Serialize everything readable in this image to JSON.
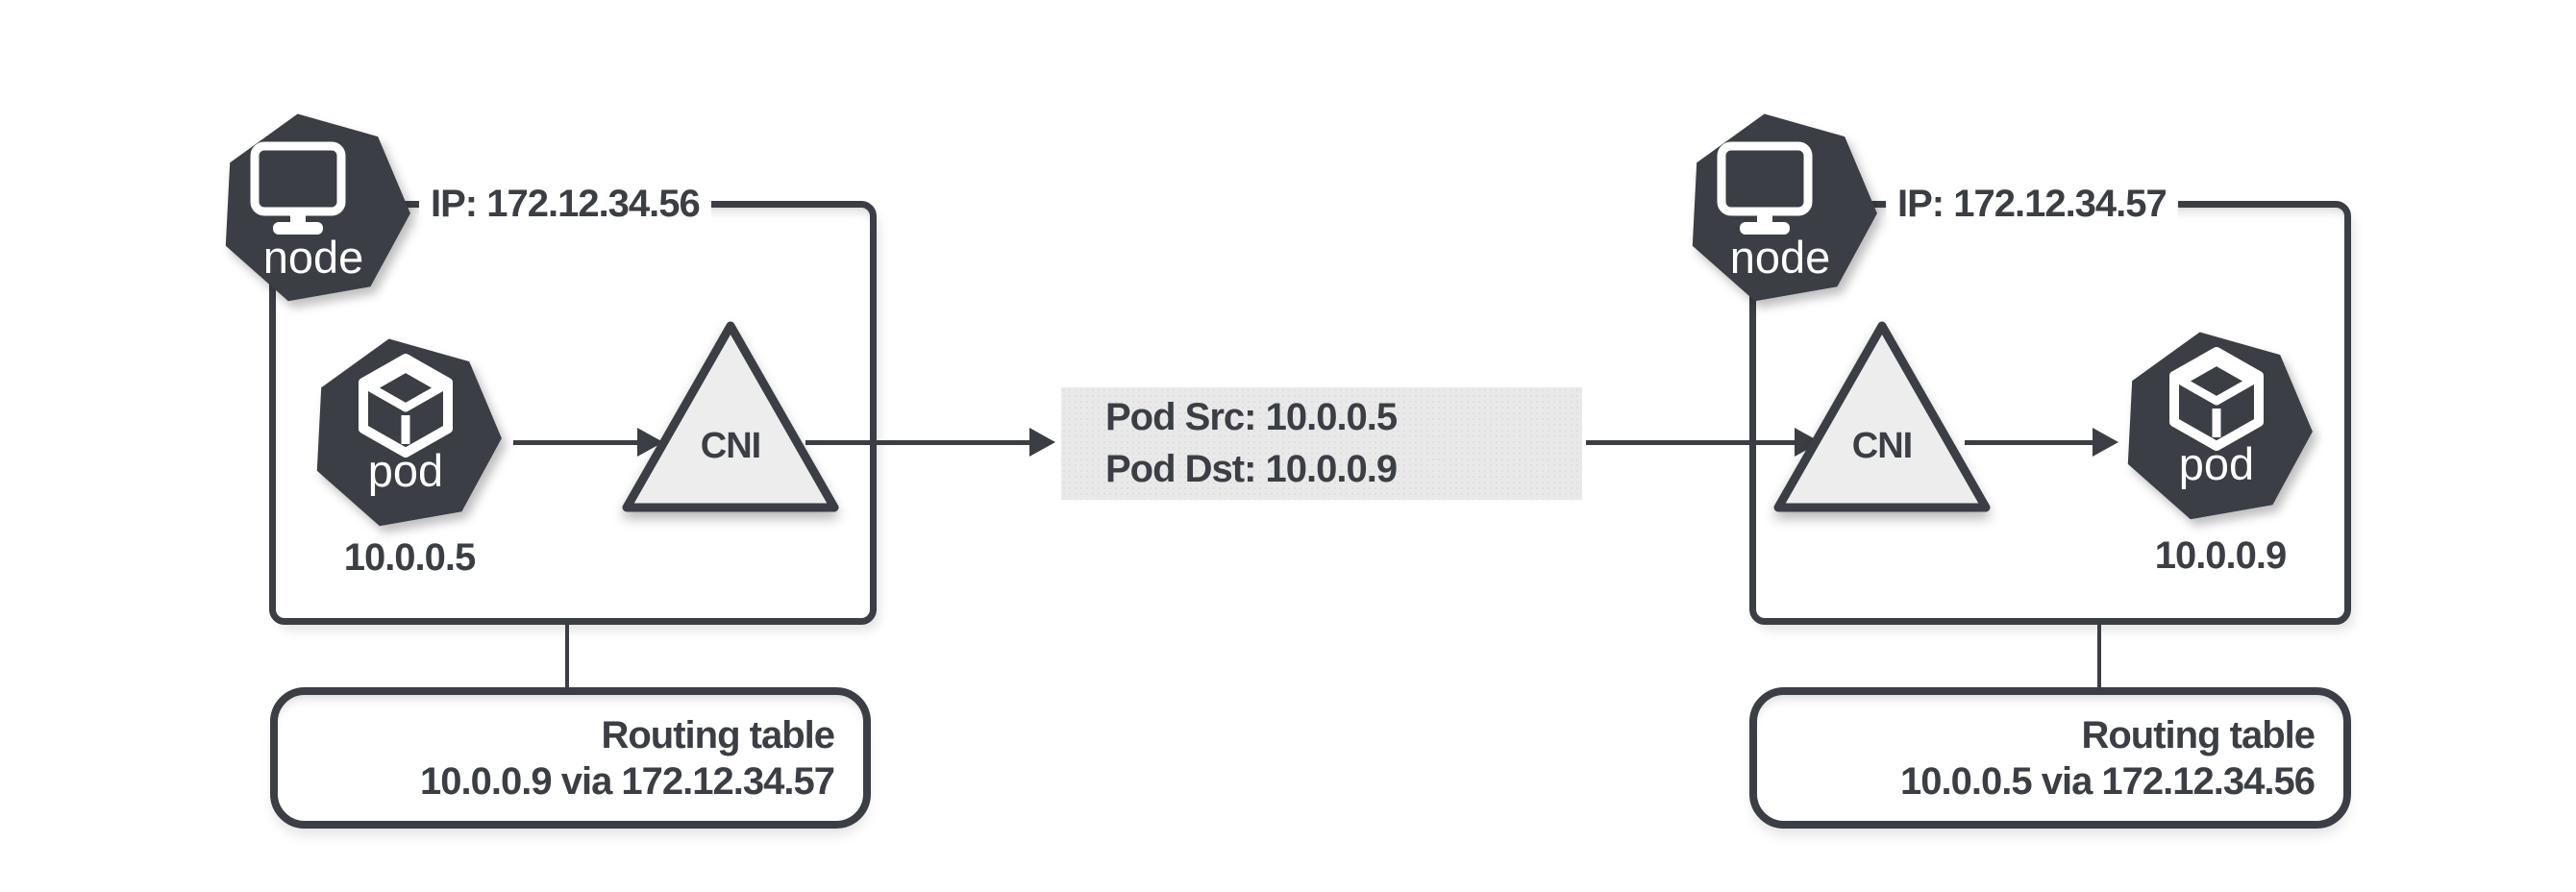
{
  "colors": {
    "ink": "#3b3e44",
    "triangle_fill": "#ededee",
    "packet_bg": "#e9e9e9",
    "background": "#ffffff"
  },
  "left_node": {
    "label": "node",
    "icon": "monitor-icon",
    "ip": "IP: 172.12.34.56",
    "pod": {
      "label": "pod",
      "icon": "cube-icon",
      "ip": "10.0.0.5"
    },
    "cni": "CNI",
    "routing_table": {
      "title": "Routing table",
      "route": "10.0.0.9 via 172.12.34.57"
    }
  },
  "packet": {
    "line1": "Pod Src: 10.0.0.5",
    "line2": "Pod Dst: 10.0.0.9"
  },
  "right_node": {
    "label": "node",
    "icon": "monitor-icon",
    "ip": "IP: 172.12.34.57",
    "pod": {
      "label": "pod",
      "icon": "cube-icon",
      "ip": "10.0.0.9"
    },
    "cni": "CNI",
    "routing_table": {
      "title": "Routing table",
      "route": "10.0.0.5 via 172.12.34.56"
    }
  }
}
